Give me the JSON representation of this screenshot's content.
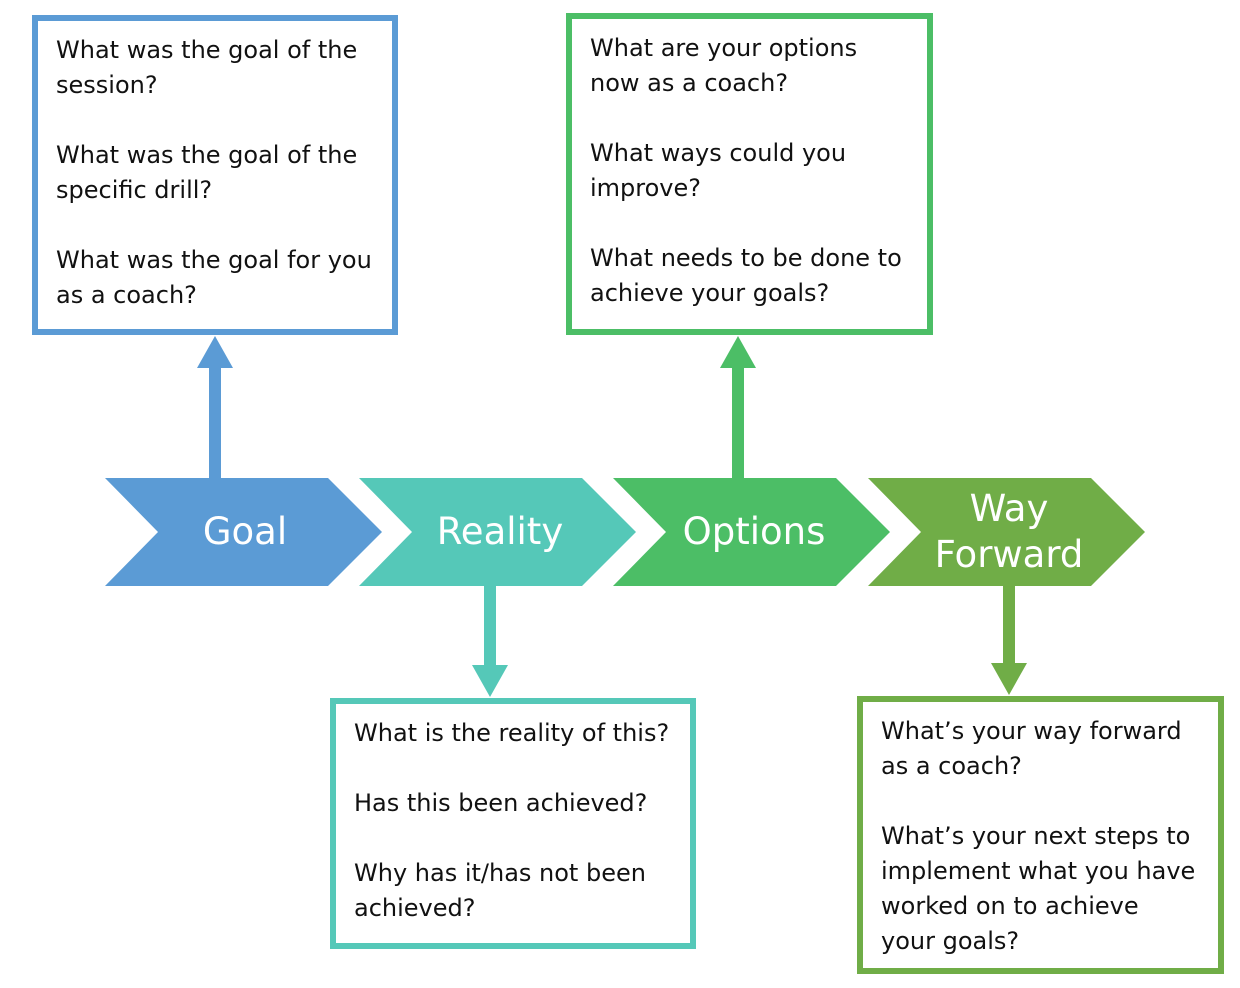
{
  "colors": {
    "goal": "#5b9bd5",
    "reality": "#55c8b8",
    "options": "#4cbe66",
    "way_forward": "#70ad47"
  },
  "stages": [
    {
      "label": "Goal"
    },
    {
      "label": "Reality"
    },
    {
      "label": "Options"
    },
    {
      "label": "Way\nForward"
    }
  ],
  "boxes": {
    "goal": {
      "questions": [
        "What was the goal of the session?",
        "What was the goal of the specific drill?",
        "What was the goal for you as a coach?"
      ]
    },
    "options": {
      "questions": [
        "What are your options now as a coach?",
        "What ways could you improve?",
        "What needs to be done to achieve your goals?"
      ]
    },
    "reality": {
      "questions": [
        "What is the reality of this?",
        "Has this been achieved?",
        "Why has it/has not been achieved?"
      ]
    },
    "way_forward": {
      "questions": [
        "What’s your way forward as a coach?",
        "What’s your next steps to implement what you have worked on to achieve your goals?"
      ]
    }
  }
}
